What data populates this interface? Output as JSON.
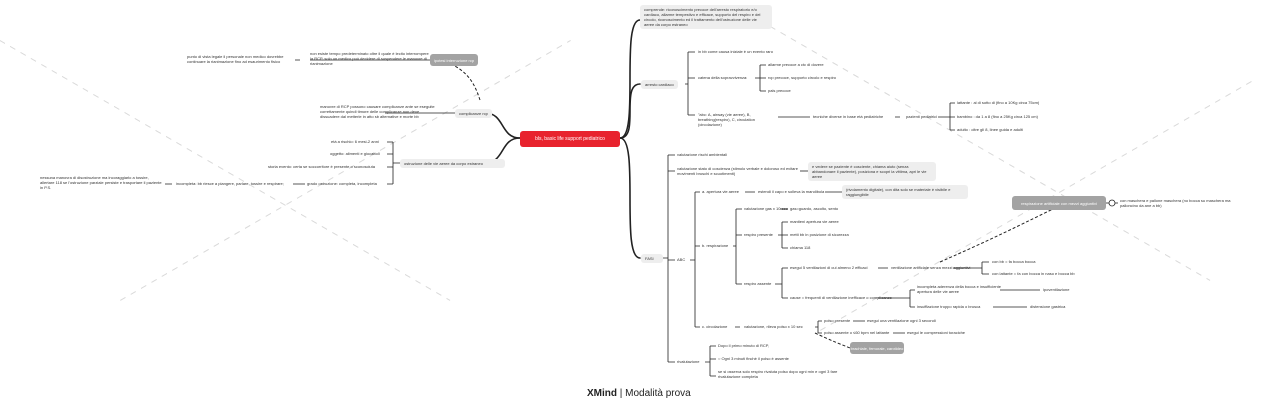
{
  "brand": {
    "logo": "XMind",
    "mode": "Modalità prova"
  },
  "root": "bls, basic life support pediatrico",
  "nodes": {
    "comprende": "comprende: riconoscimento precoce dell'arresto respiratorio e/o cardiaco, allarme tempestivo e efficace, supporto del respiro e del circolo, riconoscimento ed il trattamento dell'ostruzione delle vie aeree da corpo estraneo",
    "arresto": "arresto cardiaco",
    "ac1": "in bb come causa iniziale è un evento raro",
    "ac2": "catena della sopravvivenza:",
    "ac2a": "allarme precoce a ctc di dovere",
    "ac2b": "rcp precoce, supporto circolo e respiro",
    "ac2c": "pals precoce",
    "ac3": "\"abc: A, airway (vie aeree), B, breathing(respiro), C, circulation (circolazione)",
    "tecniche": "tecniche diverse in base età pediatriche",
    "pazienti": "pazienti pediatrici",
    "lattante": "lattante : al di sotto di (fino a 10Kg circa 75cm)",
    "bambino": "bambino : da 1 a 8 (fino a 25Kg circa 125 cm)",
    "adulto": "adulto : oltre gli 8, linee guida e adulti",
    "fasi": "FASI",
    "f1": "valutazione rischi ambientali",
    "f2": "valutazione stato di coscienza (stimolo verbale e doloroso ed evitare movimenti bruschi e scuotimenti)",
    "f2a": "e vedere se paziente è cosciente, chiama aiuto (senza abbandonare il paziente), posiziona e scopri la vittima, apri le vie aeree",
    "abc": "ABC",
    "a": "a. apertura vie aeree",
    "a1": "estendi il capo e solleva la mandibola",
    "a2": "(rivolamento digitale), con dita solo se materiale è visibile e raggiungibile",
    "b": "b. respirazione",
    "b1": "valutazione gas x 10 sec",
    "b1a": "gas=guardo, ascolto, sento",
    "b2": "respiro presente",
    "b2a": "mantieni apertura vie aeree",
    "b2b": "metti bb in posizione di sicurezza",
    "b2c": "chiama 118",
    "b3": "respiro assente",
    "b3a": "esegui 5 ventilazioni di cui almeno 2 efficaci",
    "b3a1": "ventilazione artificiale senza mezzi aggiuntivi",
    "b3a1a": "con bb = fa bocca bocca",
    "b3a1b": "con lattante = fa con bocca in naso e bocca bb",
    "b3b": "cause = frequenti di ventilazione inefficace o complicanze",
    "b3b1": "incompleta aderenza della bocca e insufficiente apertura delle vie aeree",
    "b3b1a": "ipoventilazione",
    "b3b2": "insufflazione troppo rapida o brusca",
    "b3b2a": "distensione gastrica",
    "resp_art": "respirazione artificiale con mezzi aggiuntivi",
    "resp_art_note": "con maschera e pallone maschera (no bocca su maschera ma palloncino da ane a bb)",
    "c": "c. circolazione",
    "c1": "valutazione, rileva polso x 10 sec",
    "c1a": "polso presente",
    "c1a1": "esegui una ventilazione ogni 3 secondi",
    "c1b": "polso assente o ≤60 bpm nel lattante",
    "c1b1": "esegui le compressioni toraciche",
    "brachiale": "brachiale, femorale, carotideo",
    "rival": "rivalutazione",
    "r1": "Dopo il primo minuto di RCP,",
    "r2": "Ogni 3 minuti finchè il polso è assente",
    "r3": "se si osserva solo respiro rivaluta polso dopo ogni min e ogni 3 fare rivalutazione completa",
    "inter": "ipotesi interruzione rcp",
    "inter_note": "non esiste tempo predeterminato oltre il quale è lecito interrompere la RCP, solo un medico può decidere di sospendere le manovre di rianimazione",
    "inter_left": "punto di vista legale il personale non medico dovrebbe continuare la rianimazione fino ad esaurimento fisico",
    "compl": "complicanze rcp",
    "compl_note": "manovre di RCP possono causare complicanze ante se eseguite correttamente quindi timore delle complicanze non deve dissuadere dal metterle in atto sb alternative e morte bb",
    "ostr": "ostruzione delle vie aeree da corpo estraneo",
    "o1": "età a rischio: 6 mesi-2 anni",
    "o2": "oggetto: alimenti e giocattoli",
    "o3": "storia evento: certa se soccorritore è presente o sconosciuta",
    "o4": "grado ostruzione: completa, incompleta",
    "o4a": "incompleta: bb riesce a piangere, parlare, tossire e respirare;",
    "o4b": "nessuna manovra di disostruzione ma incoraggiarlo a tossire, allertare 118 se l'ostruzione parziale persiste e trasportare il paziente in P.S."
  }
}
